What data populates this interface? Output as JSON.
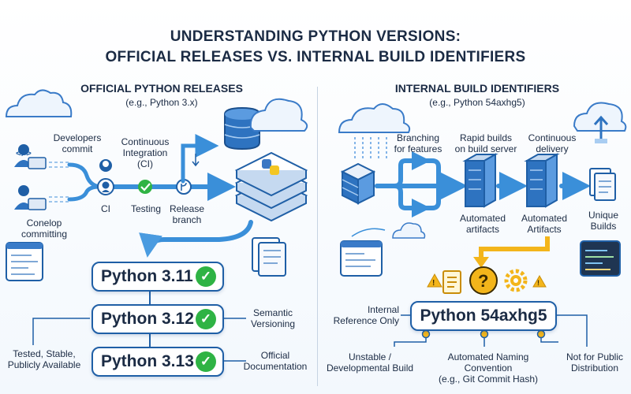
{
  "title": {
    "line1": "UNDERSTANDING PYTHON VERSIONS:",
    "line2": "OFFICIAL RELEASES VS. INTERNAL BUILD IDENTIFIERS"
  },
  "left": {
    "heading": "OFFICIAL PYTHON RELEASES",
    "subheading": "(e.g., Python 3.x)",
    "labels": {
      "developers_l1": "Developers",
      "developers_l2": "commit",
      "ci_top_l1": "Continuous",
      "ci_top_l2": "Integration",
      "ci_top_l3": "(CI)",
      "conelop_l1": "Conelop",
      "conelop_l2": "committing",
      "ci": "CI",
      "testing": "Testing",
      "release_l1": "Release",
      "release_l2": "branch",
      "semantic_l1": "Semantic",
      "semantic_l2": "Versioning",
      "tested_l1": "Tested, Stable,",
      "tested_l2": "Publicly Available",
      "official_l1": "Official",
      "official_l2": "Documentation"
    },
    "versions": [
      "Python 3.11",
      "Python 3.12",
      "Python 3.13"
    ]
  },
  "right": {
    "heading": "INTERNAL BUILD IDENTIFIERS",
    "subheading": "(e.g., Python 54axhg5)",
    "labels": {
      "branching_l1": "Branching",
      "branching_l2": "for features",
      "rapid_l1": "Rapid builds",
      "rapid_l2": "on build server",
      "cd_l1": "Continuous",
      "cd_l2": "delivery",
      "artifacts1_l1": "Automated",
      "artifacts1_l2": "artifacts",
      "artifacts2_l1": "Automated",
      "artifacts2_l2": "Artifacts",
      "unique_l1": "Unique",
      "unique_l2": "Builds",
      "internal_l1": "Internal",
      "internal_l2": "Reference Only",
      "unstable_l1": "Unstable /",
      "unstable_l2": "Developmental Build",
      "naming_l1": "Automated Naming",
      "naming_l2": "Convention",
      "naming_l3": "(e.g., Git Commit Hash)",
      "notpublic_l1": "Not for Public",
      "notpublic_l2": "Distribution"
    },
    "build_id": "Python 54axhg5"
  },
  "colors": {
    "accent": "#1f5fa6",
    "arrow": "#3a8fd9",
    "check": "#2fb344",
    "warning": "#f3b51b",
    "text": "#1b2b44"
  },
  "icons": [
    "cloud-icon",
    "developer-icon",
    "github-icon",
    "checkmark-icon",
    "branch-icon",
    "database-icon",
    "python-server-stack-icon",
    "document-icon",
    "code-window-icon",
    "server-icon",
    "cloud-upload-icon",
    "question-icon",
    "gear-icon",
    "warning-icon"
  ]
}
